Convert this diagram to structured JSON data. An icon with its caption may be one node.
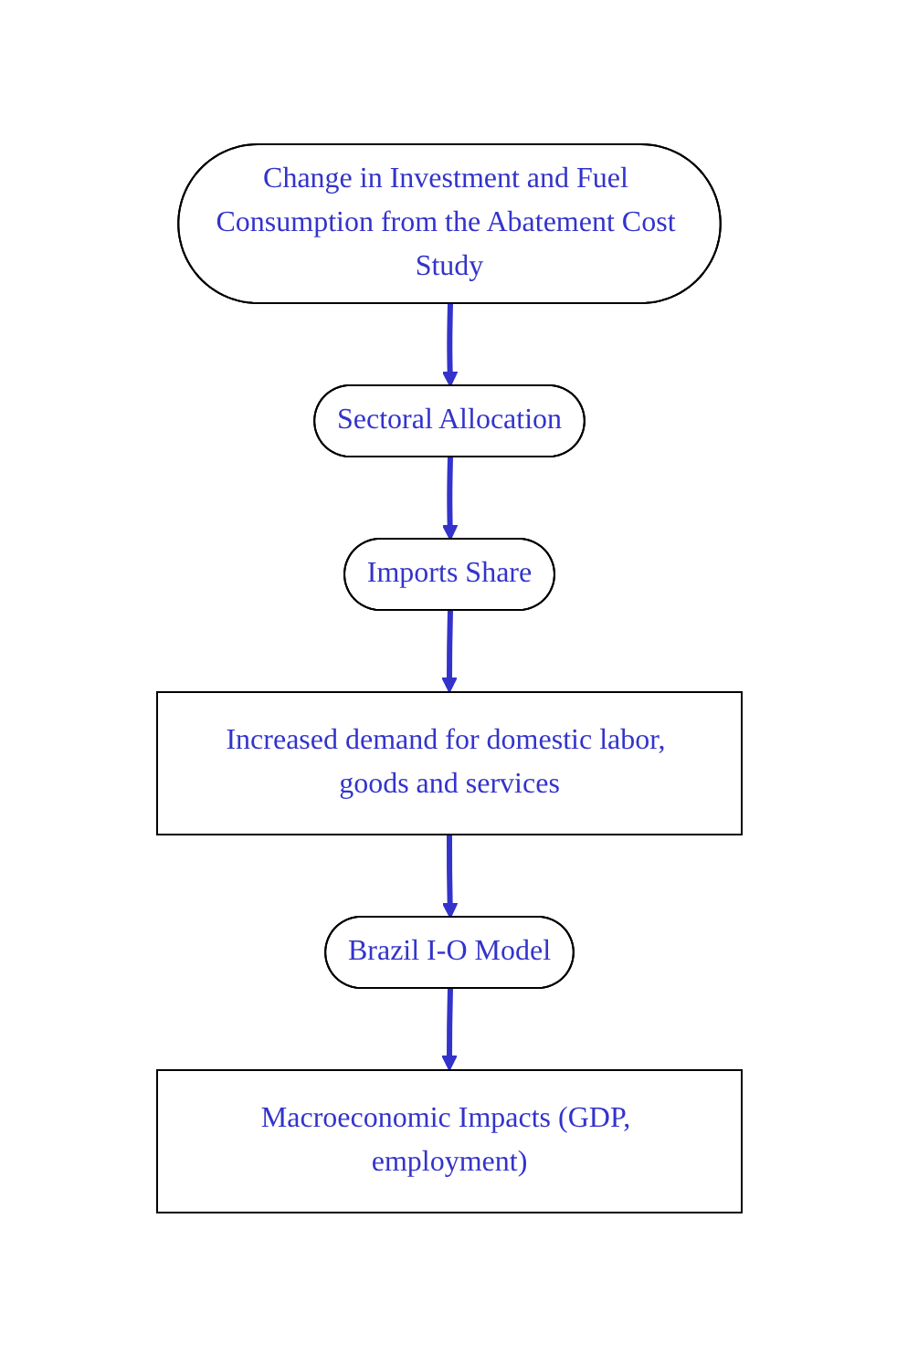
{
  "diagram": {
    "nodes": [
      {
        "text": [
          "Change in Investment and Fuel Consumption from the Abatement Cost Study"
        ]
      },
      {
        "text": [
          "Sectoral Allocation"
        ]
      },
      {
        "text": [
          "Imports Share"
        ]
      },
      {
        "text": [
          "Increased demand for domestic labor, goods and services"
        ]
      },
      {
        "text": [
          "Brazil I-O Model"
        ]
      },
      {
        "text": [
          "Macroeconomic Impacts (GDP, employment)"
        ]
      }
    ],
    "edges": [
      {
        "from": 0,
        "to": 1,
        "arrow": "to"
      },
      {
        "from": 1,
        "to": 2,
        "arrow": "to"
      },
      {
        "from": 2,
        "to": 3,
        "arrow": "to"
      },
      {
        "from": 3,
        "to": 4,
        "arrow": "to"
      },
      {
        "from": 4,
        "to": 5,
        "arrow": "to"
      }
    ]
  }
}
